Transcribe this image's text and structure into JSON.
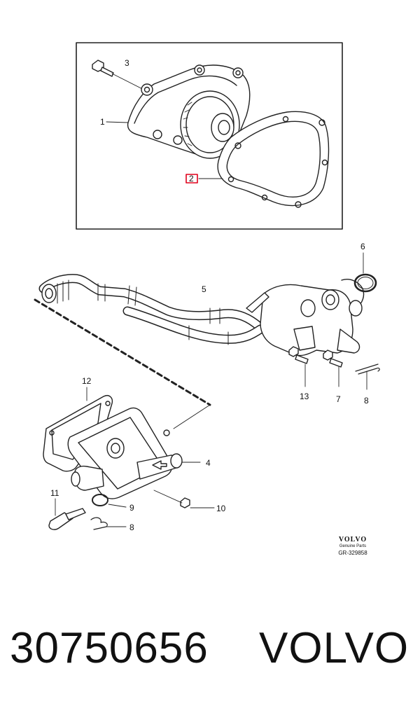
{
  "callouts": {
    "c1": "1",
    "c2": "2",
    "c3": "3",
    "c4": "4",
    "c5": "5",
    "c6": "6",
    "c7": "7",
    "c8a": "8",
    "c8b": "8",
    "c9": "9",
    "c10": "10",
    "c11": "11",
    "c12": "12",
    "c13": "13"
  },
  "highlighted_callout": "2",
  "highlight_color": "#e0001b",
  "brand": {
    "logo": "VOLVO",
    "subtitle": "Genuine Parts",
    "drawing_code": "GR-329858"
  },
  "footer": {
    "part_number": "30750656",
    "manufacturer": "VOLVO"
  }
}
